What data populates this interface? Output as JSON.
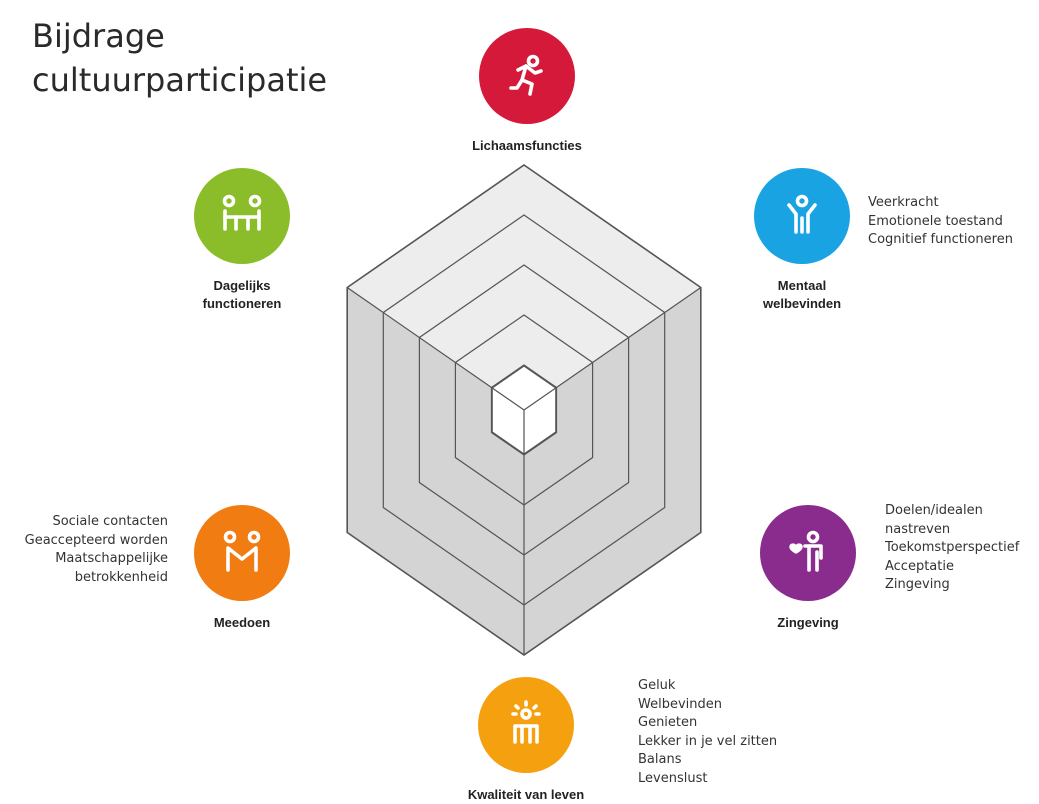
{
  "title": {
    "line1": "Bijdrage",
    "line2": "cultuurparticipatie"
  },
  "domains": [
    {
      "label": "Lichaamsfuncties",
      "color": "#d5193a",
      "icon": "running-person-icon",
      "notes": []
    },
    {
      "label": "Mentaal\nwelbevinden",
      "color": "#1aa3e3",
      "icon": "person-arms-raised-icon",
      "notes": [
        "Veerkracht",
        "Emotionele toestand",
        "Cognitief functioneren"
      ]
    },
    {
      "label": "Zingeving",
      "color": "#8a2b8e",
      "icon": "person-with-heart-icon",
      "notes": [
        "Doelen/idealen",
        "nastreven",
        "Toekomstperspectief",
        "Acceptatie",
        "Zingeving"
      ]
    },
    {
      "label": "Kwaliteit van leven",
      "color": "#f5a00f",
      "icon": "radiant-person-icon",
      "notes": [
        "Geluk",
        "Welbevinden",
        "Genieten",
        "Lekker in je vel zitten",
        "Balans",
        "Levenslust"
      ]
    },
    {
      "label": "Meedoen",
      "color": "#f07c12",
      "icon": "two-people-linked-icon",
      "notes": [
        "Sociale contacten",
        "Geaccepteerd worden",
        "Maatschappelijke",
        "betrokkenheid"
      ]
    },
    {
      "label": "Dagelijks\nfunctioneren",
      "color": "#8bbd2a",
      "icon": "two-people-at-table-icon",
      "notes": []
    }
  ],
  "colors": {
    "grid": "#555555",
    "fill": "#d4d4d4",
    "fill_light": "#ededed",
    "center": "#ffffff"
  }
}
